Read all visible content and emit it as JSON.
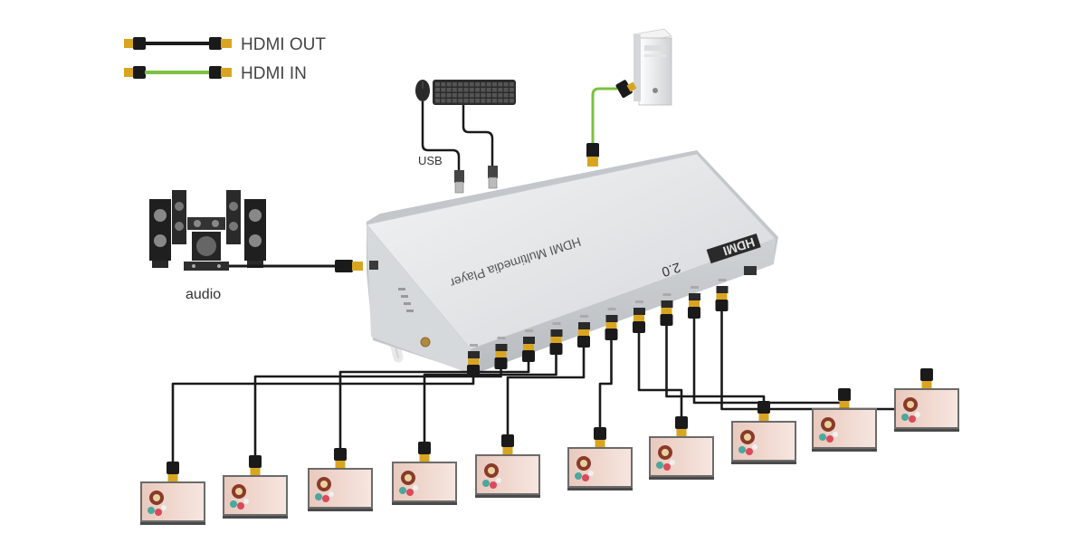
{
  "legend": {
    "hdmi_out": "HDMI OUT",
    "hdmi_in": "HDMI IN"
  },
  "labels": {
    "usb": "USB",
    "audio": "audio"
  },
  "device": {
    "name": "HDMI Multimedia Player",
    "logo": "HDMI",
    "version": "2.0",
    "output_count": 10
  },
  "colors": {
    "hdmi_out_cable": "#1a1a1a",
    "hdmi_in_cable": "#7cc242",
    "device_body": "#e6e8ea",
    "connector_gold": "#d9a520"
  },
  "icons": [
    "mouse-icon",
    "keyboard-icon",
    "pc-tower-icon",
    "speaker-system-icon",
    "antenna-icon",
    "tv-screen-icon"
  ]
}
